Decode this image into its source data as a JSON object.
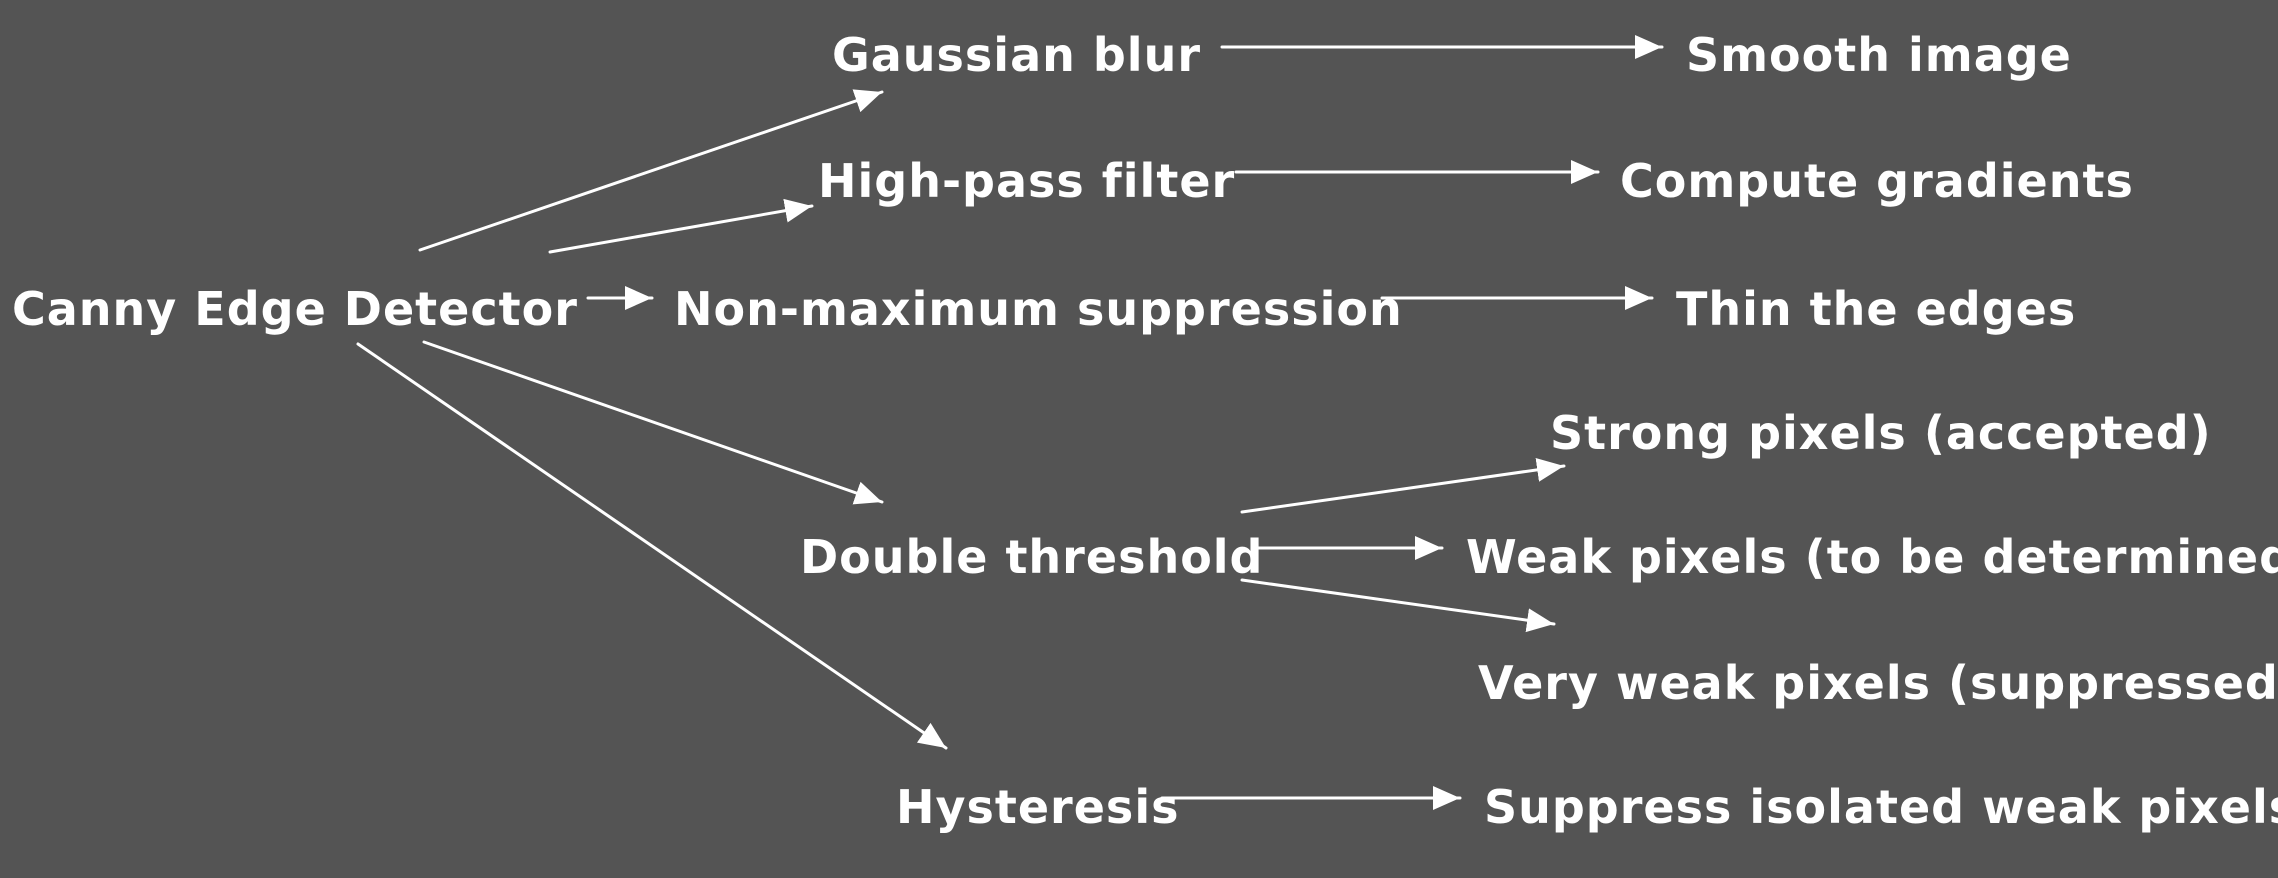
{
  "diagram": {
    "colors": {
      "background": "#545454",
      "foreground": "#ffffff"
    },
    "nodes": {
      "root": "Canny Edge Detector",
      "gaussian": "Gaussian blur",
      "smooth": "Smooth image",
      "highpass": "High-pass filter",
      "gradients": "Compute gradients",
      "nonmax": "Non-maximum suppression",
      "thin": "Thin the edges",
      "strong": "Strong pixels (accepted)",
      "double": "Double threshold",
      "weak": "Weak pixels (to be determined",
      "veryweak": "Very weak pixels (suppressed)",
      "hysteresis": "Hysteresis",
      "suppress": "Suppress isolated weak pixels"
    },
    "edges": [
      {
        "from": "root",
        "to": "gaussian"
      },
      {
        "from": "root",
        "to": "highpass"
      },
      {
        "from": "root",
        "to": "nonmax"
      },
      {
        "from": "root",
        "to": "double"
      },
      {
        "from": "root",
        "to": "hysteresis"
      },
      {
        "from": "gaussian",
        "to": "smooth"
      },
      {
        "from": "highpass",
        "to": "gradients"
      },
      {
        "from": "nonmax",
        "to": "thin"
      },
      {
        "from": "double",
        "to": "strong"
      },
      {
        "from": "double",
        "to": "weak"
      },
      {
        "from": "double",
        "to": "veryweak"
      },
      {
        "from": "hysteresis",
        "to": "suppress"
      }
    ]
  }
}
